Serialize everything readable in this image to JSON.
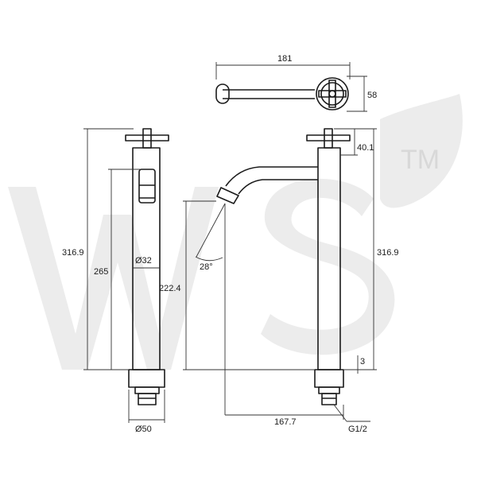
{
  "watermark": {
    "mark": "TM"
  },
  "dimensions": {
    "top_width": "181",
    "top_height": "58",
    "front_total_height": "316.9",
    "front_spout_height": "265",
    "body_diameter": "Ø32",
    "base_diameter": "Ø50",
    "side_outlet_height": "222.4",
    "spout_angle": "28°",
    "side_total_height": "316.9",
    "handle_height": "40.1",
    "flange_thickness": "3",
    "spout_reach": "167.7",
    "thread": "G1/2"
  },
  "colors": {
    "line": "#1a1a1a",
    "watermark": "#ececec"
  }
}
